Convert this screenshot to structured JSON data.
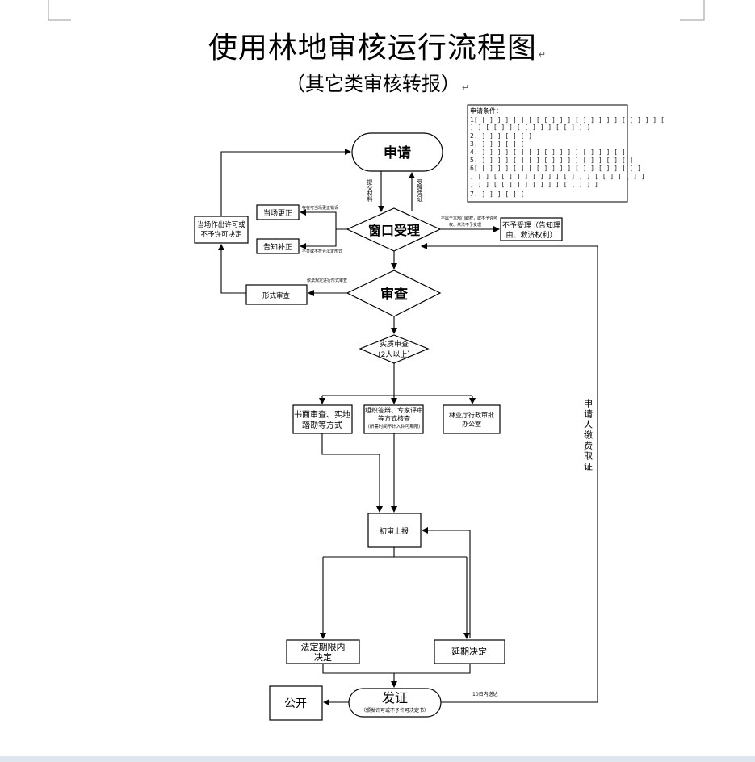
{
  "title": "使用林地审核运行流程图",
  "subtitle": "（其它类审核转报）",
  "paragraph_mark": "↵",
  "nodes": {
    "apply": "申请",
    "window_accept": "窗口受理",
    "review": "审查",
    "substantive_review_line1": "实质审查",
    "substantive_review_line2": "（2人以上）",
    "first_review": "初审上报",
    "legal_deadline_line1": "法定期限内",
    "legal_deadline_line2": "决定",
    "extension": "延期决定",
    "issue": "发证",
    "issue_note": "（颁发许可或不予许可决定书）",
    "public": "公开",
    "correct_on_site": "当场更正",
    "notify_supplement": "告知补正",
    "not_accepted_line1": "不予受理（告知理",
    "not_accepted_line2": "由、救济权利）",
    "formal_review": "形式审查",
    "on_site_decision_line1": "当场作出许可或",
    "on_site_decision_line2": "不予许可决定",
    "method1_line1": "书面审查、实地",
    "method1_line2": "踏勘等方式",
    "method2_line1": "组织答辩、专家评审",
    "method2_line2": "等方式核查",
    "method2_note": "（所需时间不计入许可期限）",
    "method3_line1": "林业厅行政审批",
    "method3_line2": "办公室",
    "conditions_title": "申请条件："
  },
  "edge_labels": {
    "submit_materials": "提交材料",
    "accept_receipt": "受理凭证",
    "error_correctable": "存在可当场更正错误",
    "incomplete": "不齐或不符合法定形式",
    "not_applicable": "不属于本部门职权，或不予许可",
    "not_applicable2": "权、依法不予受理",
    "legal_form_review": "依法规定进行形式审查",
    "applicant_fee": "申请人缴费取证",
    "within_10_days": "10日内送达"
  }
}
